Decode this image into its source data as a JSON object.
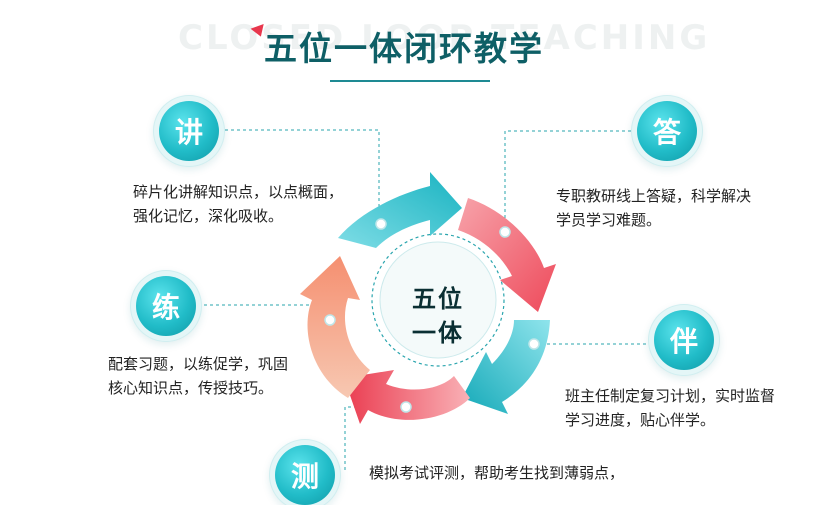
{
  "header": {
    "watermark": "CLOSED LOOP TEACHING",
    "title": "五位一体闭环教学"
  },
  "center": {
    "line1": "五位",
    "line2": "一体"
  },
  "modules": [
    {
      "char": "讲",
      "line1": "碎片化讲解知识点，以点概面，",
      "line2": "强化记忆，深化吸收。"
    },
    {
      "char": "答",
      "line1": "专职教研线上答疑，科学解决",
      "line2": "学员学习难题。"
    },
    {
      "char": "练",
      "line1": "配套习题，以练促学，巩固",
      "line2": "核心知识点，传授技巧。"
    },
    {
      "char": "伴",
      "line1": "班主任制定复习计划，实时监督",
      "line2": "学习进度，贴心伴学。"
    },
    {
      "char": "测",
      "line1": "模拟考试评测，帮助考生找到薄弱点，",
      "line2": ""
    }
  ],
  "colors": {
    "teal": "#1fb9c6",
    "dark_teal": "#0e5f66",
    "red": "#ef4e5e",
    "peach": "#f9a88a",
    "accent_red": "#e8374d"
  }
}
